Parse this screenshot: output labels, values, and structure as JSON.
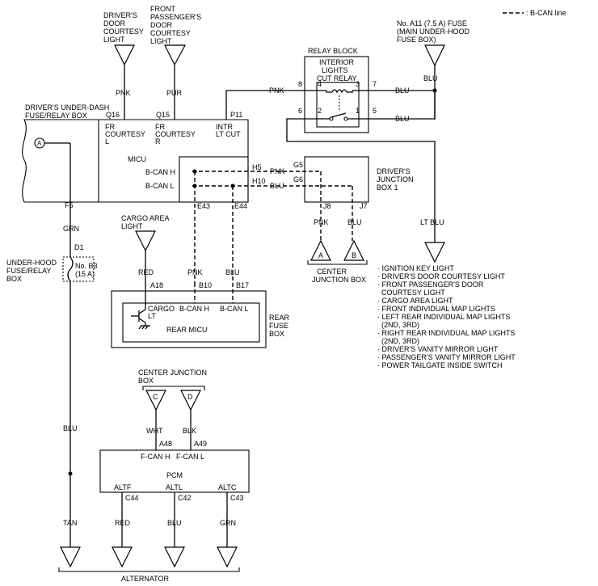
{
  "legend": {
    "label": ": B-CAN line"
  },
  "top_connectors": {
    "driver_door": [
      "DRIVER'S",
      "DOOR",
      "COURTESY",
      "LIGHT"
    ],
    "front_pass_door": [
      "FRONT",
      "PASSENGER'S",
      "DOOR",
      "COURTESY",
      "LIGHT"
    ],
    "fuse_a11": [
      "No. A11 (7.5 A) FUSE",
      "(MAIN UNDER-HOOD",
      "FUSE BOX)"
    ]
  },
  "relay_block": {
    "title": "RELAY BLOCK",
    "relay_name": [
      "INTERIOR",
      "LIGHTS",
      "CUT RELAY"
    ],
    "pins": [
      "8",
      "4",
      "3",
      "7",
      "6",
      "2",
      "1",
      "5"
    ]
  },
  "driver_fuse_box": {
    "title": [
      "DRIVER'S UNDER-DASH",
      "FUSE/RELAY BOX"
    ],
    "pins": {
      "q16": "Q16",
      "q15": "Q15",
      "p11": "P11",
      "f5": "F5",
      "h5": "H5",
      "h10": "H10",
      "e43": "E43",
      "e44": "E44"
    },
    "ports": {
      "fr_l": [
        "FR",
        "COURTESY",
        "L"
      ],
      "fr_r": [
        "FR",
        "COURTESY",
        "R"
      ],
      "intr": [
        "INTR",
        "LT CUT"
      ]
    },
    "micu": "MICU",
    "bcan_h": "B-CAN H",
    "bcan_l": "B-CAN L",
    "circle_a": "A"
  },
  "junction_box1": {
    "title": [
      "DRIVER'S",
      "JUNCTION",
      "BOX 1"
    ],
    "pins": {
      "g5": "G5",
      "g6": "G6",
      "j8": "J8",
      "j7": "J7"
    }
  },
  "wire_colors": {
    "pnk": "PNK",
    "pur": "PUR",
    "blu": "BLU",
    "grn": "GRN",
    "lt_blu": "LT BLU",
    "red": "RED",
    "wht": "WHT",
    "blk": "BLK",
    "tan": "TAN"
  },
  "center_jb": {
    "label": [
      "CENTER",
      "JUNCTION BOX"
    ],
    "a": "A",
    "b": "B",
    "c": "C",
    "d": "D"
  },
  "underhood": {
    "title": [
      "UNDER-HOOD",
      "FUSE/RELAY",
      "BOX"
    ],
    "pin": "D1",
    "fuse": [
      "No. B3",
      "(15 A)"
    ]
  },
  "cargo_light": {
    "label": [
      "CARGO AREA",
      "LIGHT"
    ]
  },
  "rear_fuse_box": {
    "title": [
      "REAR",
      "FUSE",
      "BOX"
    ],
    "pins": {
      "a18": "A18",
      "b10": "B10",
      "b17": "B17"
    },
    "cargo_lt": [
      "CARGO",
      "LT"
    ],
    "bcan_h": "B-CAN H",
    "bcan_l": "B-CAN L",
    "micu": "REAR MICU"
  },
  "pcm": {
    "title": "PCM",
    "pins": {
      "a48": "A48",
      "a49": "A49",
      "c44": "C44",
      "c42": "C42",
      "c43": "C43"
    },
    "fcan_h": "F-CAN H",
    "fcan_l": "F-CAN L",
    "altf": "ALTF",
    "altl": "ALTL",
    "altc": "ALTC"
  },
  "center_jb2_label": [
    "CENTER JUNCTION",
    "BOX"
  ],
  "alternator": "ALTERNATOR",
  "loads": [
    "· IGNITION KEY LIGHT",
    "· DRIVER'S DOOR COURTESY LIGHT",
    "· FRONT PASSENGER'S DOOR",
    "  COURTESY LIGHT",
    "· CARGO AREA LIGHT",
    "· FRONT INDIVIDUAL MAP LIGHTS",
    "· LEFT REAR INDIVIDUAL MAP LIGHTS",
    "  (2ND, 3RD)",
    "· RIGHT REAR INDIVIDUAL MAP LIGHTS",
    "  (2ND, 3RD)",
    "· DRIVER'S VANITY MIRROR LIGHT",
    "· PASSENGER'S VANITY MIRROR LIGHT",
    "· POWER TAILGATE INSIDE SWITCH"
  ]
}
